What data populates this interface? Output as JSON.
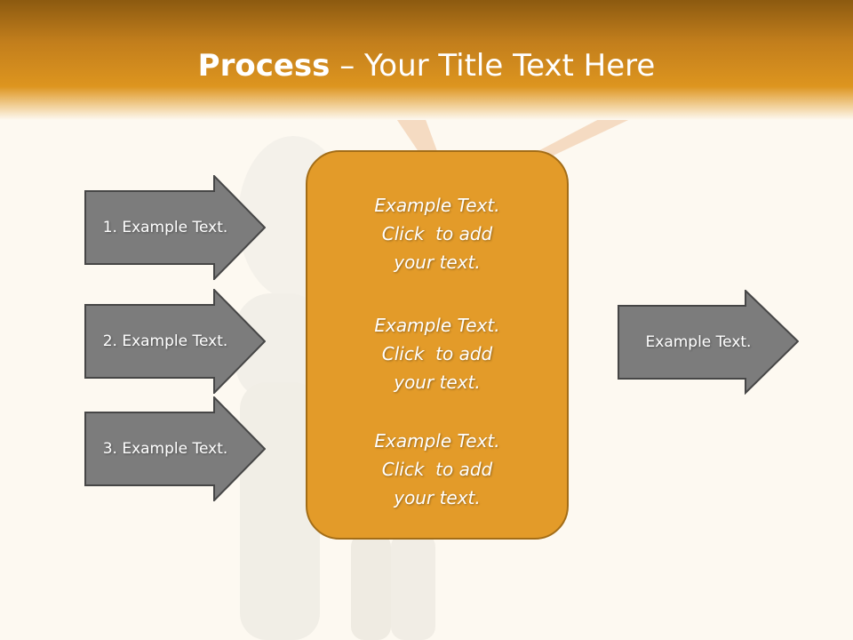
{
  "title": {
    "bold": "Process",
    "dash": " – ",
    "rest": "Your Title Text Here"
  },
  "left_arrows": [
    {
      "label": "1. Example Text."
    },
    {
      "label": "2. Example Text."
    },
    {
      "label": "3. Example Text."
    }
  ],
  "center_box": {
    "items": [
      {
        "lines": [
          "Example Text.",
          "Click  to add",
          "your text."
        ]
      },
      {
        "lines": [
          "Example Text.",
          "Click  to add",
          "your text."
        ]
      },
      {
        "lines": [
          "Example Text.",
          "Click  to add",
          "your text."
        ]
      }
    ]
  },
  "right_arrow": {
    "label": "Example Text."
  },
  "colors": {
    "header_orange": "#dd951f",
    "center_box_fill": "#e39b29",
    "arrow_fill": "#7c7c7c",
    "background": "#fdf9f1"
  }
}
